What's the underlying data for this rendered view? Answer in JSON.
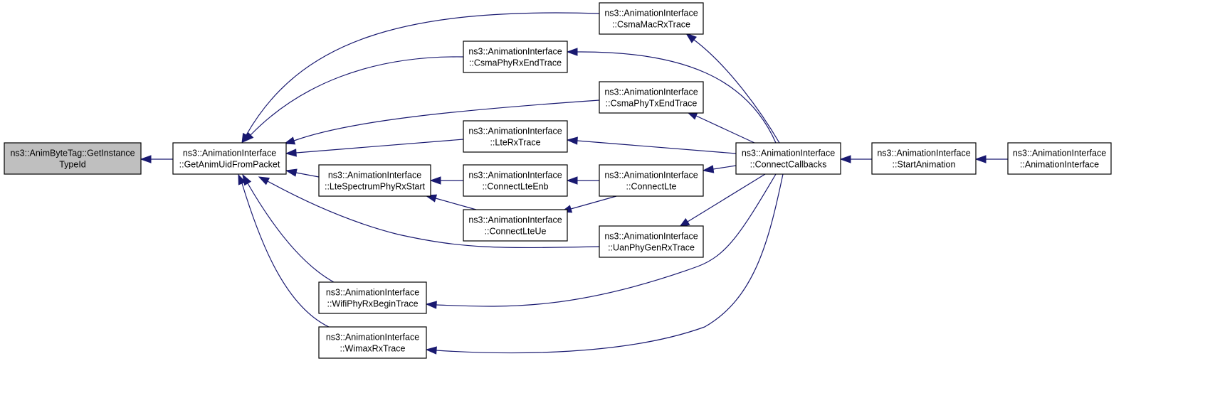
{
  "diagram": {
    "edge_color": "#191970",
    "root_fill": "#bfbfbf",
    "nodes": [
      {
        "id": "root",
        "lines": [
          "ns3::AnimByteTag::GetInstance",
          "TypeId"
        ],
        "highlighted": true
      },
      {
        "id": "getAnimUid",
        "lines": [
          "ns3::AnimationInterface",
          "::GetAnimUidFromPacket"
        ]
      },
      {
        "id": "lteSpectrum",
        "lines": [
          "ns3::AnimationInterface",
          "::LteSpectrumPhyRxStart"
        ]
      },
      {
        "id": "wifiPhyRx",
        "lines": [
          "ns3::AnimationInterface",
          "::WifiPhyRxBeginTrace"
        ]
      },
      {
        "id": "wimaxRx",
        "lines": [
          "ns3::AnimationInterface",
          "::WimaxRxTrace"
        ]
      },
      {
        "id": "csmaPhyRxEnd",
        "lines": [
          "ns3::AnimationInterface",
          "::CsmaPhyRxEndTrace"
        ]
      },
      {
        "id": "lteRx",
        "lines": [
          "ns3::AnimationInterface",
          "::LteRxTrace"
        ]
      },
      {
        "id": "connectLteEnb",
        "lines": [
          "ns3::AnimationInterface",
          "::ConnectLteEnb"
        ]
      },
      {
        "id": "connectLteUe",
        "lines": [
          "ns3::AnimationInterface",
          "::ConnectLteUe"
        ]
      },
      {
        "id": "csmaMacRx",
        "lines": [
          "ns3::AnimationInterface",
          "::CsmaMacRxTrace"
        ]
      },
      {
        "id": "csmaPhyTxEnd",
        "lines": [
          "ns3::AnimationInterface",
          "::CsmaPhyTxEndTrace"
        ]
      },
      {
        "id": "connectLte",
        "lines": [
          "ns3::AnimationInterface",
          "::ConnectLte"
        ]
      },
      {
        "id": "uanPhyGenRx",
        "lines": [
          "ns3::AnimationInterface",
          "::UanPhyGenRxTrace"
        ]
      },
      {
        "id": "connectCallbacks",
        "lines": [
          "ns3::AnimationInterface",
          "::ConnectCallbacks"
        ]
      },
      {
        "id": "startAnimation",
        "lines": [
          "ns3::AnimationInterface",
          "::StartAnimation"
        ]
      },
      {
        "id": "ctor",
        "lines": [
          "ns3::AnimationInterface",
          "::AnimationInterface"
        ]
      }
    ],
    "edges": [
      {
        "from": "getAnimUid",
        "to": "root"
      },
      {
        "from": "lteSpectrum",
        "to": "getAnimUid"
      },
      {
        "from": "wifiPhyRx",
        "to": "getAnimUid"
      },
      {
        "from": "wimaxRx",
        "to": "getAnimUid"
      },
      {
        "from": "csmaPhyRxEnd",
        "to": "getAnimUid"
      },
      {
        "from": "lteRx",
        "to": "getAnimUid"
      },
      {
        "from": "csmaMacRx",
        "to": "getAnimUid"
      },
      {
        "from": "csmaPhyTxEnd",
        "to": "getAnimUid"
      },
      {
        "from": "uanPhyGenRx",
        "to": "getAnimUid"
      },
      {
        "from": "connectLteEnb",
        "to": "lteSpectrum"
      },
      {
        "from": "connectLteUe",
        "to": "lteSpectrum"
      },
      {
        "from": "connectLte",
        "to": "connectLteEnb"
      },
      {
        "from": "connectLte",
        "to": "connectLteUe"
      },
      {
        "from": "connectCallbacks",
        "to": "csmaMacRx"
      },
      {
        "from": "connectCallbacks",
        "to": "csmaPhyRxEnd"
      },
      {
        "from": "connectCallbacks",
        "to": "csmaPhyTxEnd"
      },
      {
        "from": "connectCallbacks",
        "to": "lteRx"
      },
      {
        "from": "connectCallbacks",
        "to": "connectLte"
      },
      {
        "from": "connectCallbacks",
        "to": "uanPhyGenRx"
      },
      {
        "from": "connectCallbacks",
        "to": "wifiPhyRx"
      },
      {
        "from": "connectCallbacks",
        "to": "wimaxRx"
      },
      {
        "from": "startAnimation",
        "to": "connectCallbacks"
      },
      {
        "from": "ctor",
        "to": "startAnimation"
      }
    ]
  }
}
